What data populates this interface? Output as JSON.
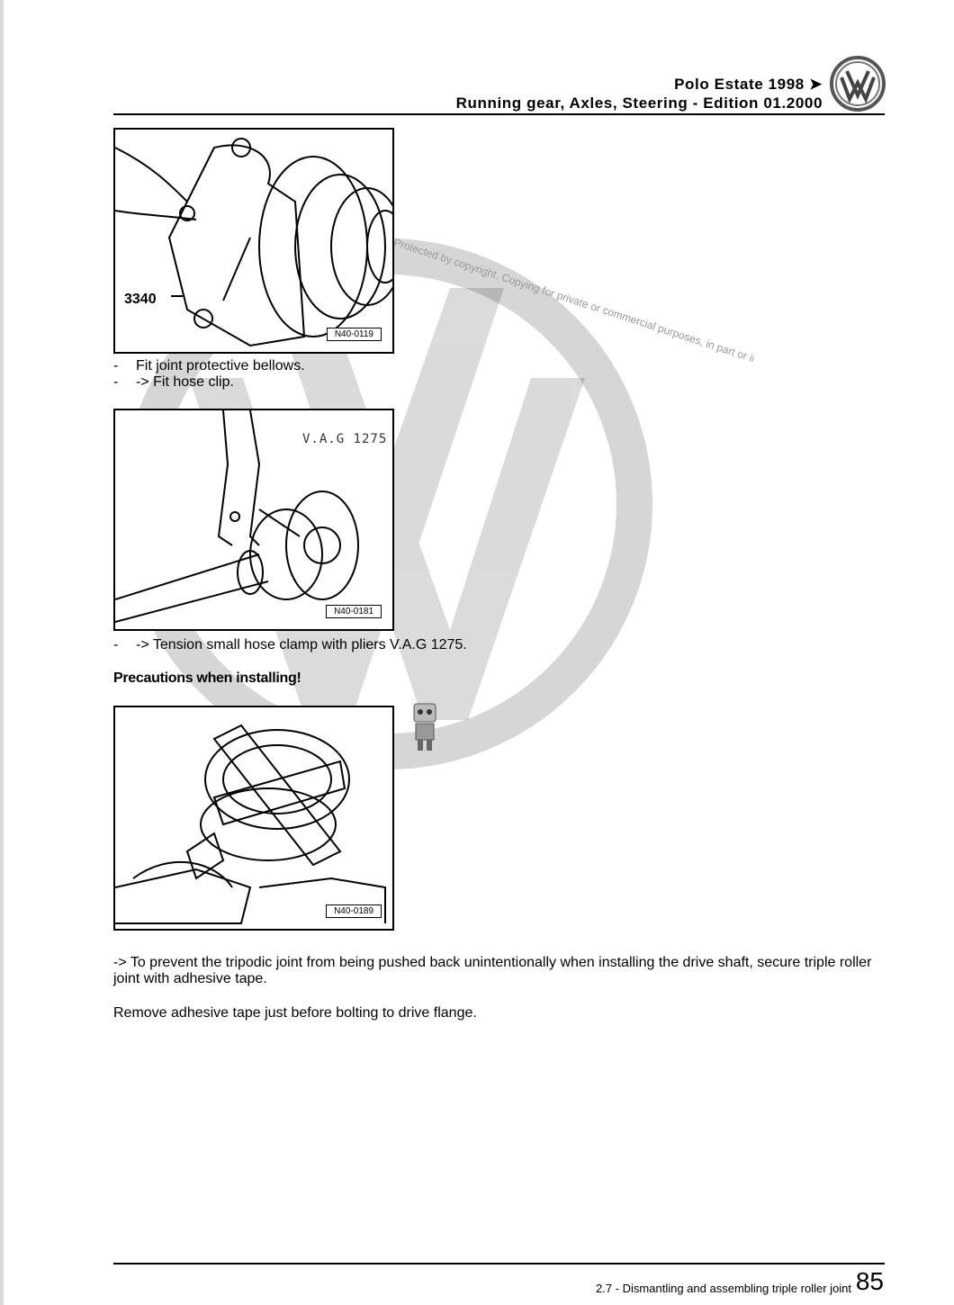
{
  "header": {
    "title": "Polo Estate 1998 ➤",
    "subtitle": "Running gear, Axles, Steering - Edition 01.2000",
    "logo_icon": "volkswagen-logo"
  },
  "figures": [
    {
      "code": "N40-0119",
      "callout": "3340"
    },
    {
      "code": "N40-0181",
      "callout": "V.A.G 1275"
    },
    {
      "code": "N40-0189"
    }
  ],
  "steps": {
    "step1": {
      "dash": "-",
      "text": "Fit joint protective bellows."
    },
    "step2": {
      "dash": "-",
      "text": "-> Fit hose clip."
    },
    "step3": {
      "dash": "-",
      "text": "-> Tension small hose clamp with pliers V.A.G 1275."
    }
  },
  "precautions": {
    "heading": "Precautions when installing!",
    "para1": "-> To prevent the tripodic joint from being pushed back unintentionally when installing the drive shaft, secure triple roller joint with adhesive tape.",
    "para2": "Remove adhesive tape just before bolting to drive flange."
  },
  "watermark": {
    "line_a": "Protected by copyright. Copying for private or commercial purposes, in part or in whole, is not permitted unless authorised by Volkswagen AG. Volkswagen AG does not guarantee or accept any liability with respect to the correctness of information in this document. Copyright by Volkswagen AG."
  },
  "footer": {
    "section": "2.7 - Dismantling and assembling triple roller joint",
    "page": "85"
  }
}
